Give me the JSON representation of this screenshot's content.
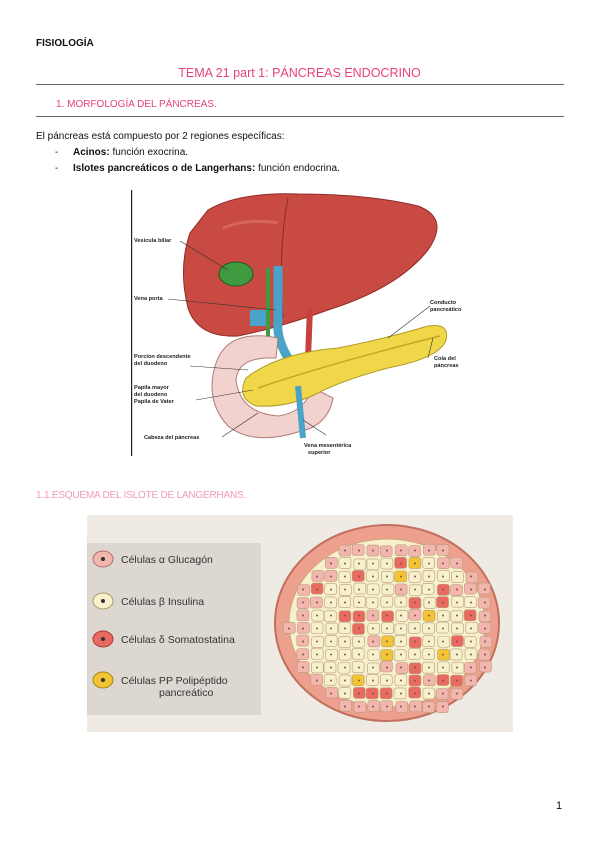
{
  "header": {
    "subject": "FISIOLOGÍA"
  },
  "title": "TEMA 21 part 1: PÁNCREAS ENDOCRINO",
  "section1": {
    "heading": "1.   MORFOLOGÍA DEL PÁNCREAS.",
    "intro": "El páncreas está compuesto por 2 regiones específicas:",
    "items": [
      {
        "term": "Acinos:",
        "desc": " función exocrina."
      },
      {
        "term": "Islotes pancreáticos o de Langerhans:",
        "desc": " función endocrina."
      }
    ]
  },
  "anatomy_figure": {
    "labels": {
      "vesicula": "Vesicula biliar",
      "vena_porta": "Vena porta",
      "porcion_1": "Porcion descendente",
      "porcion_2": "del duodeno",
      "papila_1": "Papila mayor",
      "papila_2": "del duodeno",
      "papila_3": "Papila de Vater",
      "cabeza": "Cabeza del páncreas",
      "conducto_1": "Conducto",
      "conducto_2": "pancreático",
      "cola_1": "Cola del",
      "cola_2": "páncreas",
      "mesenterica_1": "Vena mesentérica",
      "mesenterica_2": "superior"
    }
  },
  "section1_1": {
    "heading": "1.1.ESQUEMA DEL ISLOTE DE LANGERHANS."
  },
  "islet_figure": {
    "legend": [
      {
        "label": "Células α Glucagón",
        "color": "#f2b6ae"
      },
      {
        "label": "Células β Insulina",
        "color": "#f6f0cc"
      },
      {
        "label": "Células δ Somatostatina",
        "color": "#e86a60"
      },
      {
        "label_1": "Células PP Polipéptido",
        "label_2": "pancreático",
        "color": "#f2c431"
      }
    ]
  },
  "footer": {
    "page_number": "1"
  }
}
